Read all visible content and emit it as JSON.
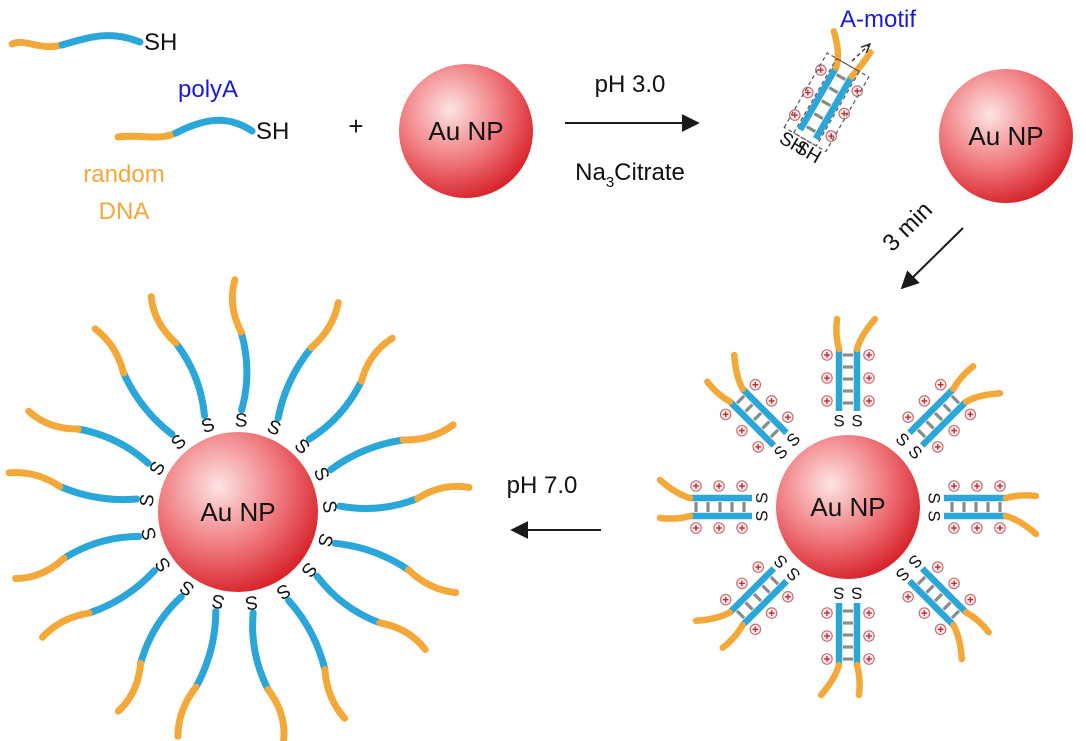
{
  "labels": {
    "sh": "SH",
    "polya": "polyA",
    "random": "random",
    "dna": "DNA",
    "plus": "+",
    "np": "Au NP",
    "ph3": "pH 3.0",
    "na": "Na",
    "sub3": "3",
    "citrate": "Citrate",
    "amotif": "A-motif",
    "min": "3 min",
    "ph7": "pH 7.0",
    "s": "S",
    "plus_sign": "+"
  },
  "colors": {
    "polya": "#2aa6d8",
    "random": "#f3a93a",
    "np_edge": "#d8262e",
    "np_center": "#fde4e4",
    "blue_text": "#1a1ad6",
    "ion_edge": "#c4707a",
    "ion_plus": "#c62828",
    "bridge": "#8a8a8a"
  },
  "icons": {
    "strand": "dna-strand",
    "nanoparticle": "gold-nanoparticle",
    "ion": "sodium-ion"
  }
}
